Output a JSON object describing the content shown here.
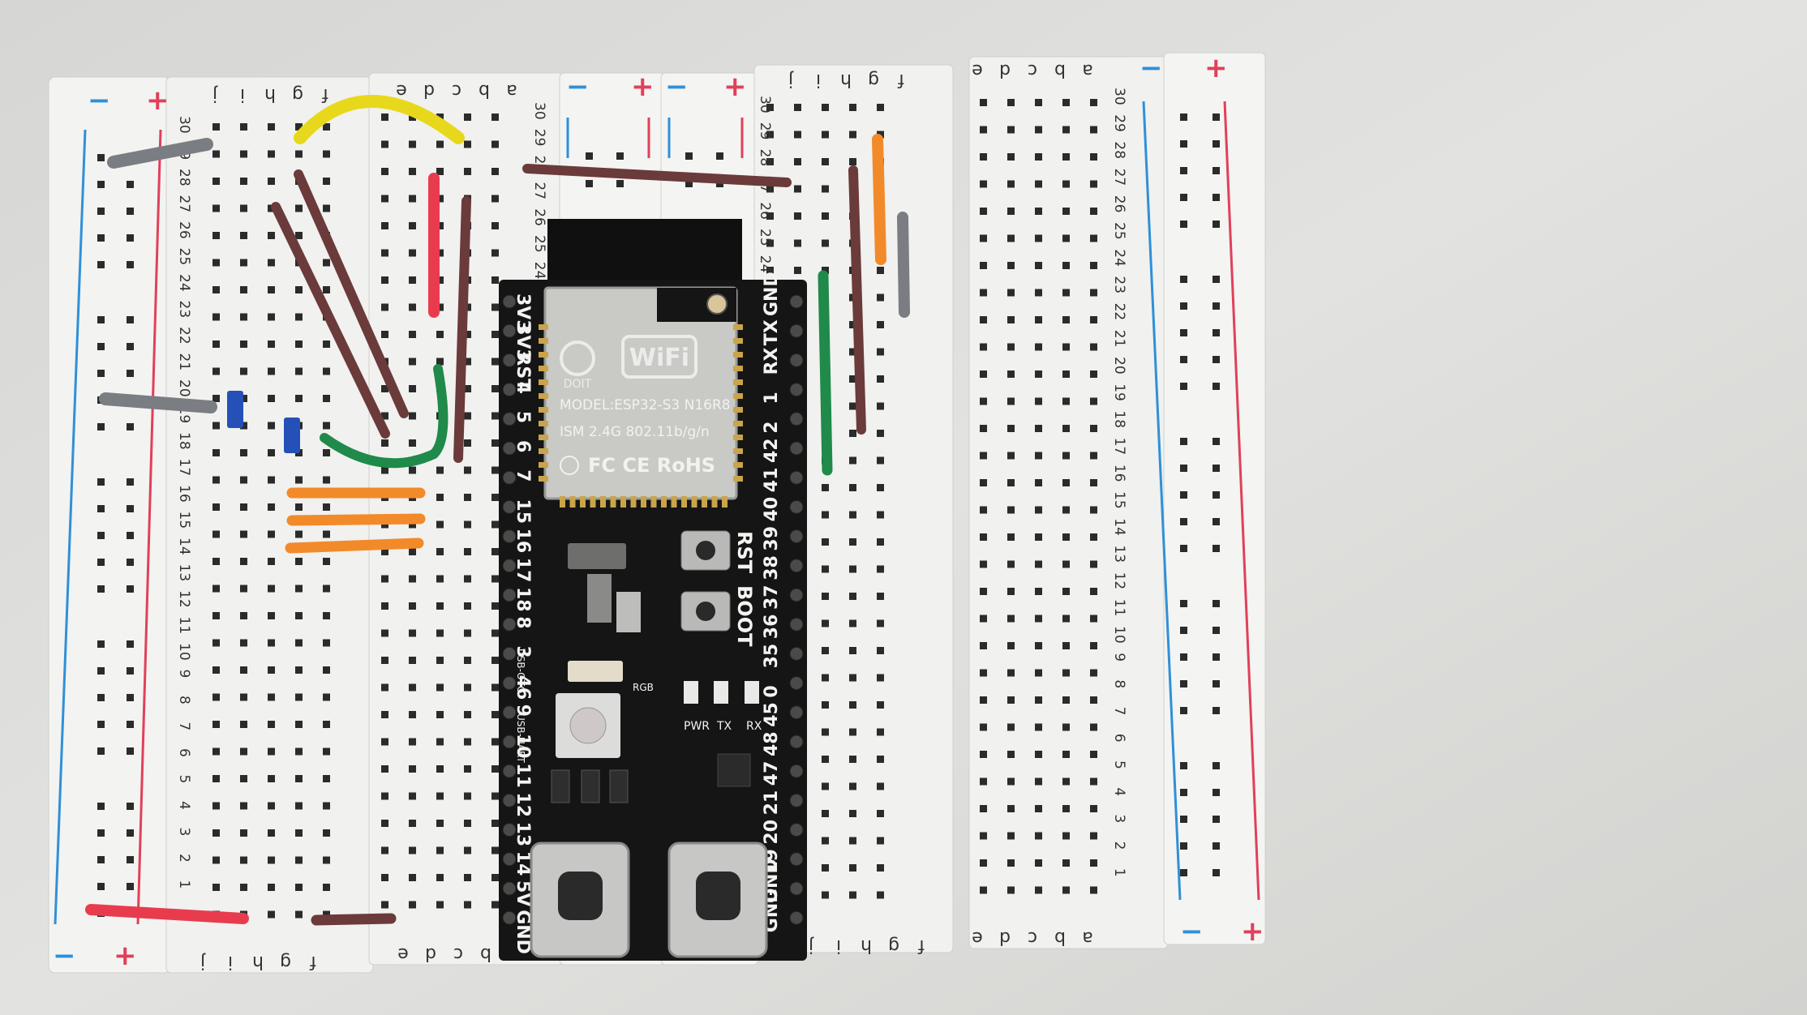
{
  "colors": {
    "background": "#dcdcda",
    "breadboard": "#f3f3f1",
    "rail_red": "#e0405a",
    "rail_blue": "#2f90d8",
    "pcb": "#151515",
    "wire_yellow": "#e8d81c",
    "wire_brown": "#6b3a3a",
    "wire_gray": "#7a7d82",
    "wire_red": "#e83c4e",
    "wire_green": "#1f8a4a",
    "wire_orange": "#f28a2a",
    "button_blue": "#2450b8"
  },
  "breadboard": {
    "rail_plus": "+",
    "rail_minus": "−",
    "columns_left_top": [
      "f",
      "g",
      "h",
      "i",
      "j"
    ],
    "columns_left_mid": [
      "a",
      "b",
      "c",
      "d",
      "e"
    ],
    "columns_right": [
      "a",
      "b",
      "c",
      "d",
      "e"
    ],
    "row_numbers": [
      "30",
      "29",
      "28",
      "27",
      "26",
      "25",
      "24",
      "23",
      "22",
      "21",
      "20",
      "19",
      "18",
      "17",
      "16",
      "15",
      "14",
      "13",
      "12",
      "11",
      "10",
      "9",
      "8",
      "7",
      "6",
      "5",
      "4",
      "3",
      "2",
      "1"
    ]
  },
  "board": {
    "model_line": "MODEL:ESP32-S3  N16R8",
    "ism_line": "ISM 2.4G 802.11b/g/n",
    "wifi_label": "WiFi",
    "doit_label": "DOIT",
    "certs": "FC  CE  RoHS",
    "left_pins": [
      "3V3",
      "3V3",
      "RST",
      "4",
      "5",
      "6",
      "7",
      "15",
      "16",
      "17",
      "18",
      "8",
      "3",
      "46",
      "9",
      "10",
      "11",
      "12",
      "13",
      "14",
      "5V",
      "GND"
    ],
    "right_pins": [
      "GND",
      "TX",
      "RX",
      "1",
      "2",
      "42",
      "41",
      "40",
      "39",
      "38",
      "37",
      "36",
      "35",
      "0",
      "45",
      "48",
      "47",
      "21",
      "20",
      "19",
      "GND",
      "GND"
    ],
    "rst_label": "RST",
    "boot_label": "BOOT",
    "led_labels": [
      "PWR",
      "TX",
      "RX"
    ],
    "rgb_label": "RGB",
    "usb_labels": [
      "USB-OTG",
      "USB-UART"
    ]
  }
}
